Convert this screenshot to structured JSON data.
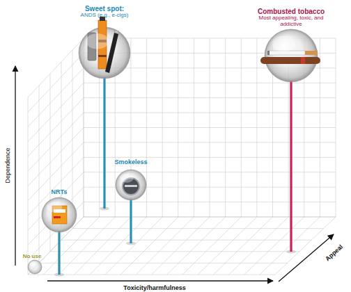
{
  "diagram": {
    "nodes": [
      {
        "text": [
          "Sweet spot:",
          "ANDS (e.g., e-cigs)"
        ]
      },
      {
        "text": [
          "Combusted tobacco",
          "Most appealing, toxic, and addictive"
        ]
      },
      {
        "text": [
          "Smokeless"
        ]
      },
      {
        "text": [
          "NRTs"
        ]
      },
      {
        "text": [
          "No use"
        ]
      }
    ],
    "labels": [
      "Dependence",
      "Toxicity/harmfulness",
      "Appeal"
    ]
  }
}
